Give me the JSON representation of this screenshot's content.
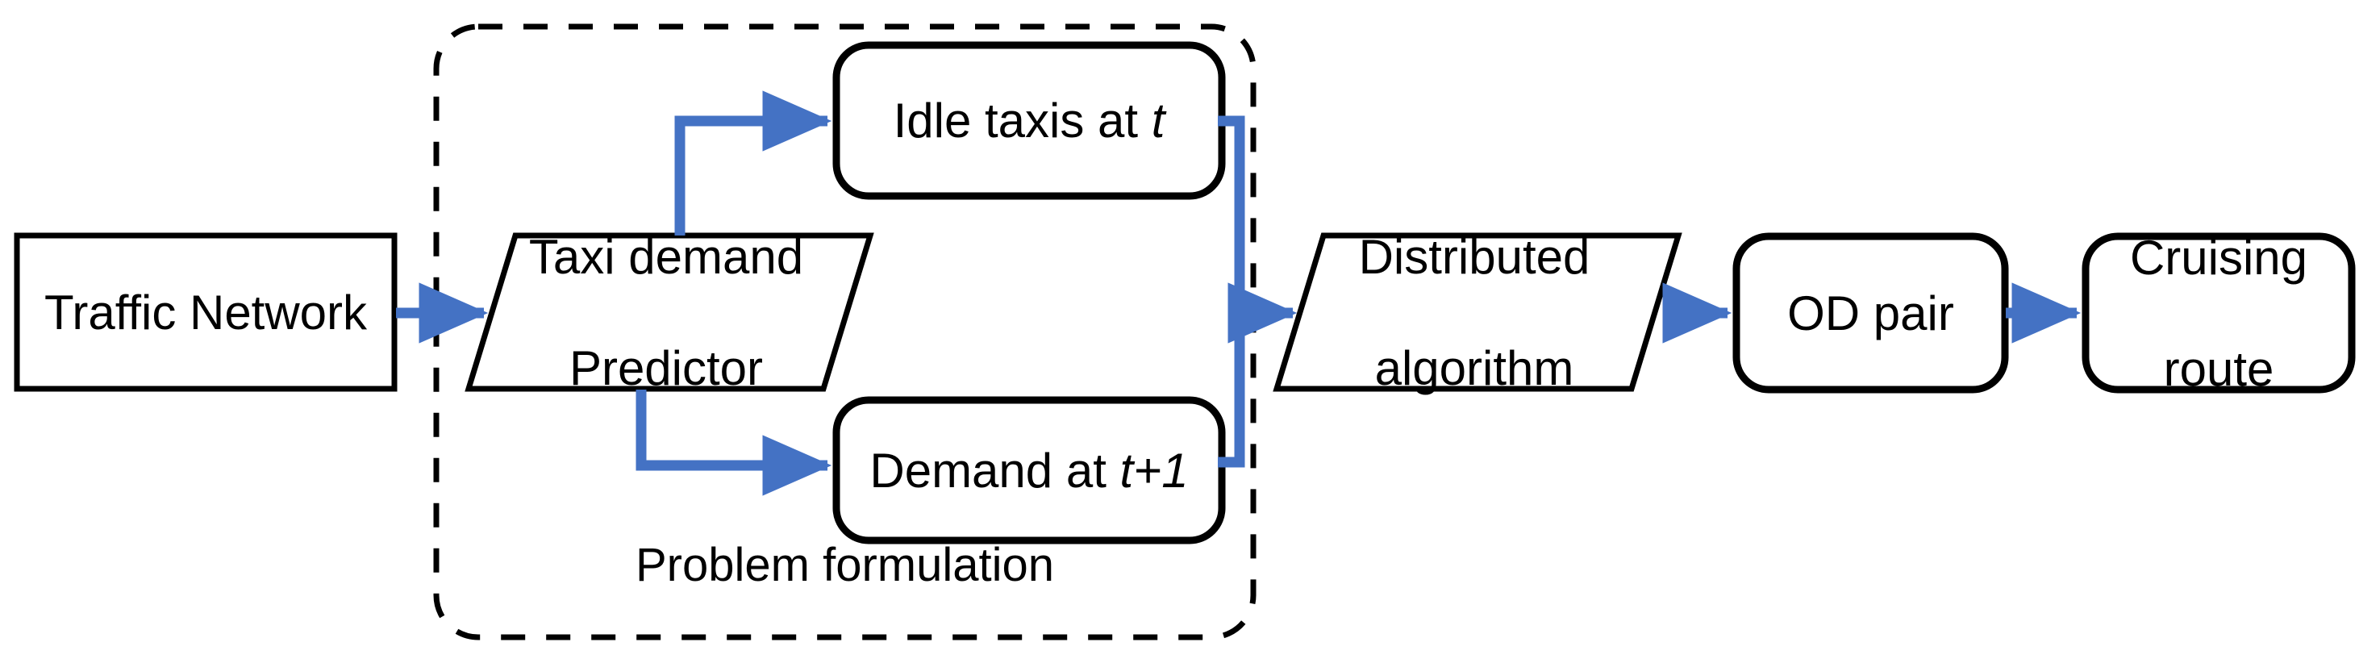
{
  "diagram": {
    "title_text": "Taxi cruising route framework flowchart",
    "colors": {
      "arrow_blue": "#4472C4",
      "shape_outline": "#000000",
      "background": "#FFFFFF"
    },
    "nodes": [
      {
        "id": "traffic-network",
        "shape": "rectangle",
        "label": "Traffic Network",
        "label_lines": [
          "Traffic Network"
        ]
      },
      {
        "id": "taxi-demand-predictor",
        "shape": "parallelogram",
        "label": "Taxi demand Predictor",
        "label_lines": [
          "Taxi demand",
          "Predictor"
        ]
      },
      {
        "id": "idle-taxis-at-t",
        "shape": "rounded-rectangle",
        "label": "Idle taxis at t",
        "label_prefix": "Idle taxis at ",
        "label_italic": "t"
      },
      {
        "id": "demand-at-t-plus-1",
        "shape": "rounded-rectangle",
        "label": "Demand at t+1",
        "label_prefix": "Demand at ",
        "label_italic": "t+1"
      },
      {
        "id": "distributed-algorithm",
        "shape": "parallelogram",
        "label": "Distributed algorithm",
        "label_lines": [
          "Distributed",
          "algorithm"
        ]
      },
      {
        "id": "od-pair",
        "shape": "rounded-rectangle",
        "label": "OD pair",
        "label_lines": [
          "OD pair"
        ]
      },
      {
        "id": "cruising-route",
        "shape": "rounded-rectangle",
        "label": "Cruising route",
        "label_lines": [
          "Cruising",
          "route"
        ]
      }
    ],
    "group": {
      "id": "problem-formulation-group",
      "caption": "Problem formulation",
      "border_style": "dashed",
      "contains": [
        "taxi-demand-predictor",
        "idle-taxis-at-t",
        "demand-at-t-plus-1"
      ]
    },
    "edges": [
      {
        "id": "edge-traffic-to-predictor",
        "from": "traffic-network",
        "to": "taxi-demand-predictor",
        "style": "straight-arrow"
      },
      {
        "id": "edge-predictor-to-idle",
        "from": "taxi-demand-predictor",
        "to": "idle-taxis-at-t",
        "style": "elbow-arrow"
      },
      {
        "id": "edge-predictor-to-demand",
        "from": "taxi-demand-predictor",
        "to": "demand-at-t-plus-1",
        "style": "elbow-arrow"
      },
      {
        "id": "edge-idle-to-algorithm",
        "from": "idle-taxis-at-t",
        "to": "distributed-algorithm",
        "style": "merge-elbow-arrow"
      },
      {
        "id": "edge-demand-to-algorithm",
        "from": "demand-at-t-plus-1",
        "to": "distributed-algorithm",
        "style": "merge-elbow-arrow"
      },
      {
        "id": "edge-algorithm-to-od",
        "from": "distributed-algorithm",
        "to": "od-pair",
        "style": "straight-arrow"
      },
      {
        "id": "edge-od-to-cruising",
        "from": "od-pair",
        "to": "cruising-route",
        "style": "straight-arrow"
      }
    ]
  }
}
